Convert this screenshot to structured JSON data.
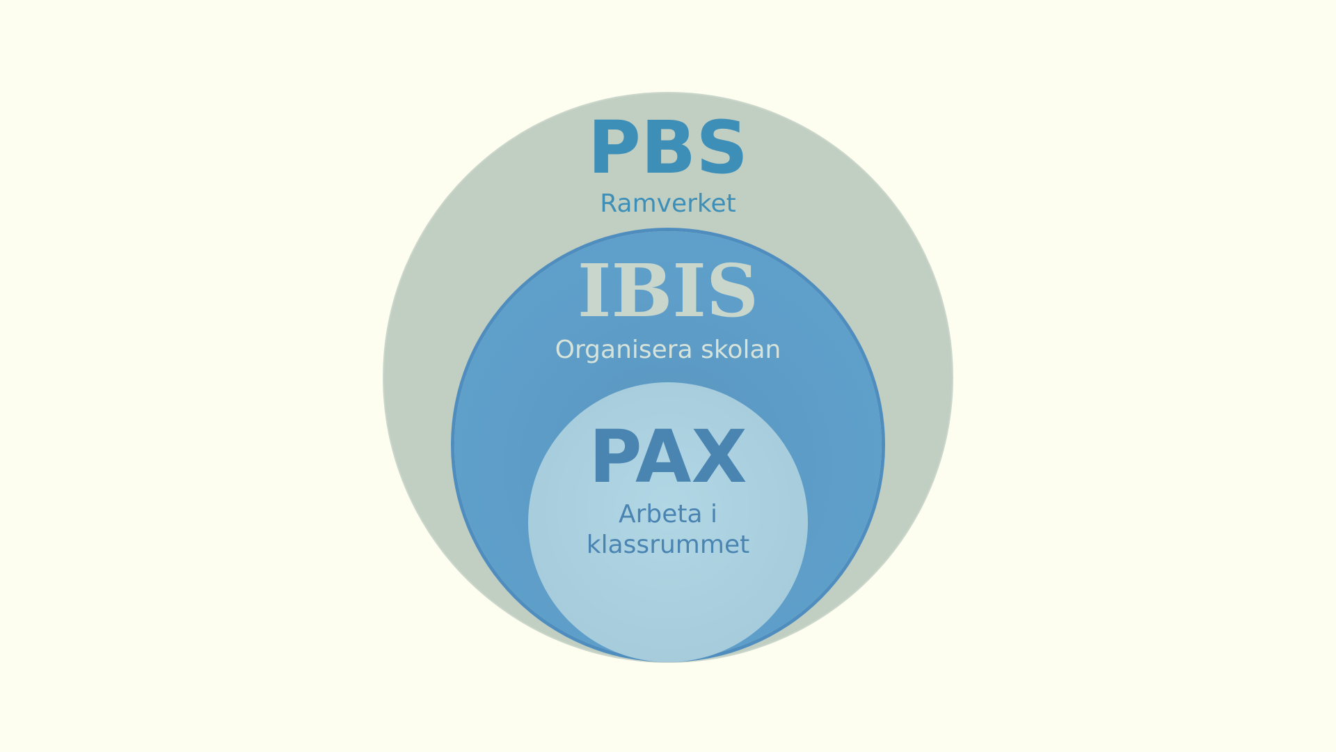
{
  "colors": {
    "background": "#fdfdf0",
    "outer": "#c1cfc3",
    "middle": "#5fa0cb",
    "inner": "#a7cddd"
  },
  "circles": {
    "outer": {
      "title": "PBS",
      "subtitle": "Ramverket"
    },
    "middle": {
      "title": "IBIS",
      "subtitle": "Organisera skolan"
    },
    "inner": {
      "title": "PAX",
      "subtitle_line1": "Arbeta i",
      "subtitle_line2": "klassrummet"
    }
  }
}
